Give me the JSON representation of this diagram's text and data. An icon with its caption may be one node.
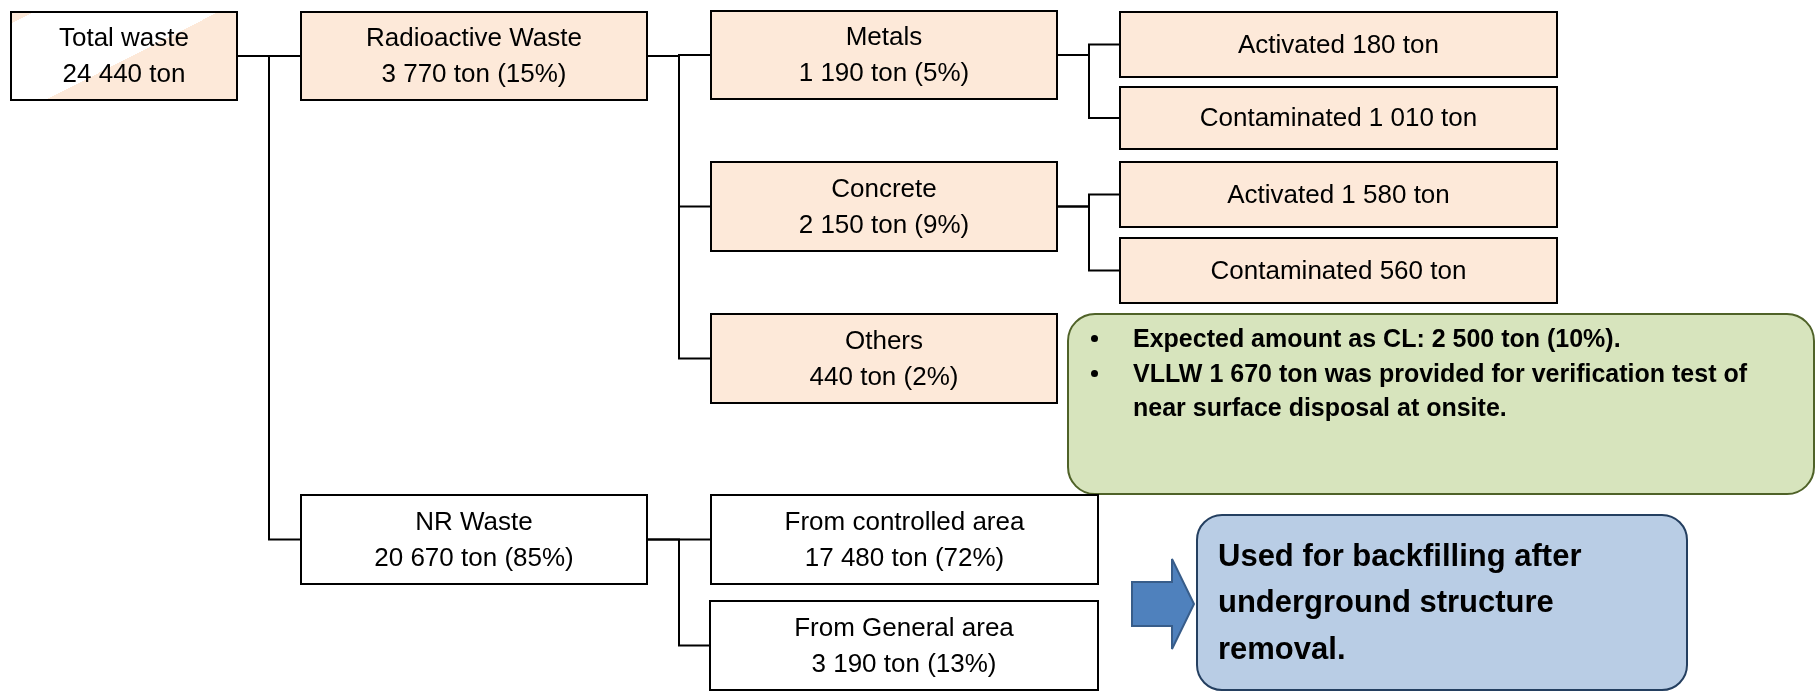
{
  "diagram": {
    "nodes": [
      {
        "text": [
          "Total waste",
          "24 440 ton"
        ]
      },
      {
        "text": [
          "Radioactive Waste",
          "3 770 ton (15%)"
        ]
      },
      {
        "text": [
          "Metals",
          "1 190 ton (5%)"
        ]
      },
      {
        "text": [
          "Activated 180 ton"
        ]
      },
      {
        "text": [
          "Contaminated 1 010 ton"
        ]
      },
      {
        "text": [
          "Concrete",
          "2 150 ton (9%)"
        ]
      },
      {
        "text": [
          "Activated 1 580 ton"
        ]
      },
      {
        "text": [
          "Contaminated 560 ton"
        ]
      },
      {
        "text": [
          "Others",
          "440 ton (2%)"
        ]
      },
      {
        "text": [
          "Expected amount as CL: 2 500 ton (10%).",
          "VLLW 1 670 ton was provided for verification test of near surface disposal at onsite."
        ]
      },
      {
        "text": [
          "NR Waste",
          "20 670 ton (85%)"
        ]
      },
      {
        "text": [
          "From controlled area",
          "17 480 ton (72%)"
        ]
      },
      {
        "text": [
          "From General area",
          "3 190 ton (13%)"
        ]
      },
      {
        "text": [
          "Used for backfilling after underground structure removal."
        ]
      }
    ],
    "edges": [
      {
        "from": 0,
        "to": 1,
        "arrow": "none"
      },
      {
        "from": 0,
        "to": 10,
        "arrow": "none"
      },
      {
        "from": 1,
        "to": 2,
        "arrow": "none"
      },
      {
        "from": 1,
        "to": 5,
        "arrow": "none"
      },
      {
        "from": 1,
        "to": 8,
        "arrow": "none"
      },
      {
        "from": 2,
        "to": 3,
        "arrow": "none"
      },
      {
        "from": 2,
        "to": 4,
        "arrow": "none"
      },
      {
        "from": 5,
        "to": 6,
        "arrow": "none"
      },
      {
        "from": 5,
        "to": 7,
        "arrow": "none"
      },
      {
        "from": 10,
        "to": 11,
        "arrow": "none"
      },
      {
        "from": 10,
        "to": 12,
        "arrow": "none"
      },
      {
        "from": null,
        "to": 13,
        "arrow": "to"
      }
    ]
  }
}
